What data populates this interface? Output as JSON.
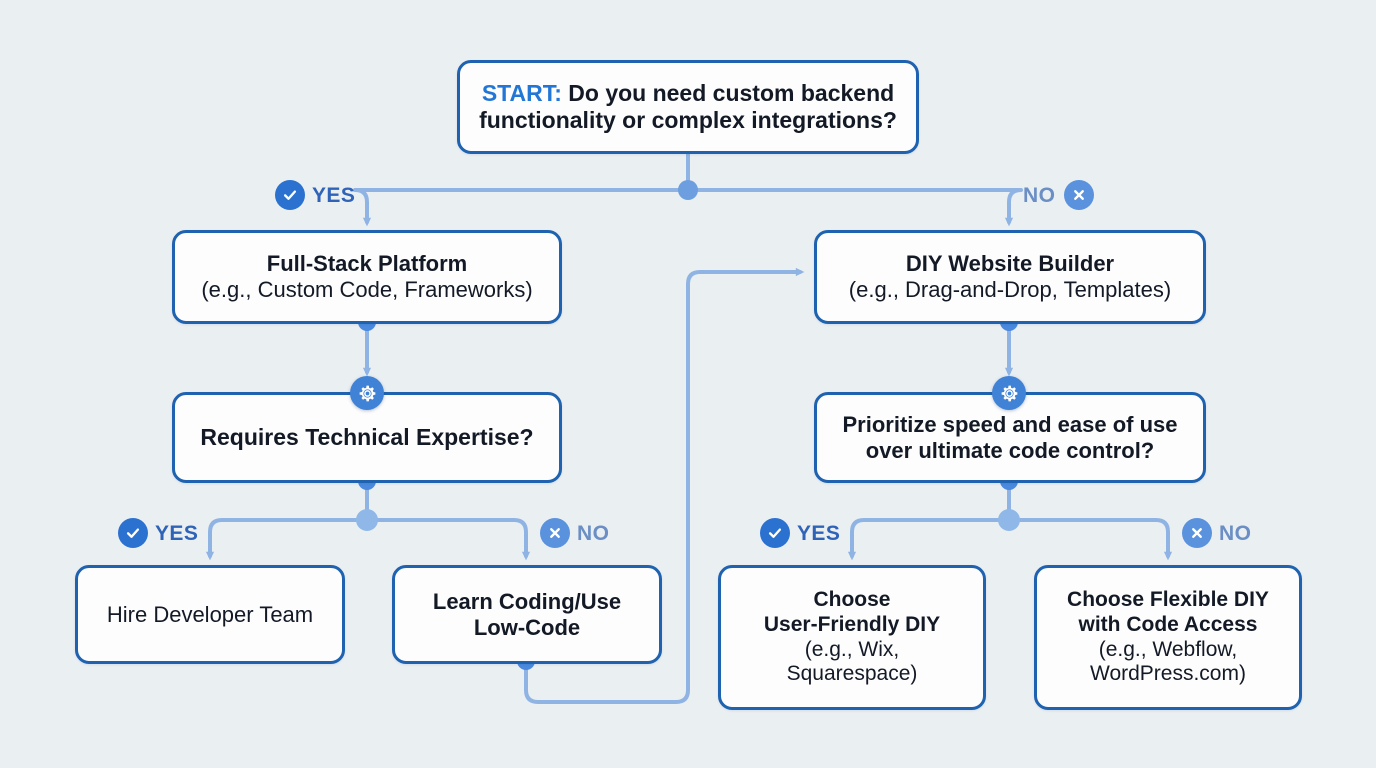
{
  "diagram": {
    "title_node": {
      "keyword": "START:",
      "line1_rest": " Do you need custom backend",
      "line2": "functionality or complex integrations?"
    },
    "nodes": {
      "fullstack": {
        "line1": "Full-Stack Platform",
        "line2": "(e.g., Custom Code, Frameworks)"
      },
      "diy": {
        "line1": "DIY Website Builder",
        "line2": "(e.g., Drag-and-Drop, Templates)"
      },
      "tech_expertise": {
        "line1": "Requires Technical Expertise?"
      },
      "prioritize": {
        "line1": "Prioritize speed and ease of use",
        "line2": "over ultimate code control?"
      },
      "hire": {
        "line1": "Hire Developer Team"
      },
      "learn": {
        "line1": "Learn Coding/Use",
        "line2": "Low-Code"
      },
      "friendly": {
        "line1": "Choose",
        "line2": "User-Friendly DIY",
        "line3": "(e.g., Wix,",
        "line4": "Squarespace)"
      },
      "flexible": {
        "line1": "Choose Flexible DIY",
        "line2": "with Code Access",
        "line3": "(e.g., Webflow,",
        "line4": "WordPress.com)"
      }
    },
    "branches": {
      "top_yes": "YES",
      "top_no": "NO",
      "left_yes": "YES",
      "left_no": "NO",
      "right_yes": "YES",
      "right_no": "NO"
    },
    "icons": {
      "yes": "check-circle-icon",
      "no": "x-circle-icon",
      "decision": "gear-icon"
    },
    "colors": {
      "background": "#eaeff2",
      "node_border": "#1f62b0",
      "node_fill": "#fdfdfd",
      "connector": "#8fb4e4",
      "badge_yes": "#2b72d0",
      "badge_no": "#5b92dd",
      "gear_circle": "#3f82d6",
      "accent_text": "#2277d6",
      "label_text": "#2f63b8",
      "junction_dark": "#4a89dd",
      "junction_light": "#8fb8e8"
    }
  }
}
